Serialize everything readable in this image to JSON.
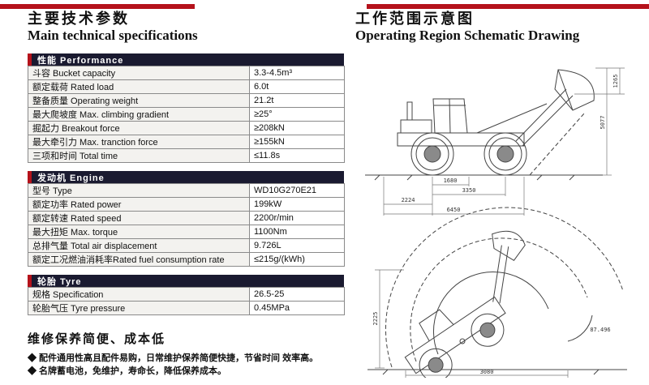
{
  "page": {
    "accent_red": "#b5121b",
    "header_bg": "#1a1a30"
  },
  "left": {
    "title_cn": "主要技术参数",
    "title_en": "Main technical specifications",
    "sections": [
      {
        "header": "性能 Performance",
        "rows": [
          {
            "label": "斗容 Bucket capacity",
            "value": "3.3-4.5m³"
          },
          {
            "label": "额定载荷 Rated load",
            "value": "6.0t"
          },
          {
            "label": "整备质量 Operating weight",
            "value": "21.2t"
          },
          {
            "label": "最大爬坡度 Max. climbing gradient",
            "value": "≥25°"
          },
          {
            "label": "掘起力 Breakout force",
            "value": "≥208kN"
          },
          {
            "label": "最大牵引力 Max. tranction force",
            "value": "≥155kN"
          },
          {
            "label": "三项和时间 Total time",
            "value": "≤11.8s"
          }
        ]
      },
      {
        "header": "发动机 Engine",
        "rows": [
          {
            "label": "型号 Type",
            "value": "WD10G270E21"
          },
          {
            "label": "额定功率 Rated power",
            "value": "199kW"
          },
          {
            "label": "额定转速 Rated speed",
            "value": "2200r/min"
          },
          {
            "label": "最大扭矩 Max. torque",
            "value": "1100Nm"
          },
          {
            "label": "总排气量 Total air displacement",
            "value": "9.726L"
          },
          {
            "label": "额定工况燃油消耗率Rated fuel consumption rate",
            "value": "≤215g/(kWh)"
          }
        ]
      },
      {
        "header": "轮胎 Tyre",
        "rows": [
          {
            "label": "规格 Specification",
            "value": "26.5-25"
          },
          {
            "label": "轮胎气压 Tyre pressure",
            "value": "0.45MPa"
          }
        ]
      }
    ],
    "footer": {
      "title": "维修保养简便、成本低",
      "bullets": [
        "◆ 配件通用性高且配件易购，日常维护保养简便快捷，节省时间 效率高。",
        "◆ 名牌蓄电池，免维护，寿命长，降低保养成本。"
      ]
    }
  },
  "right": {
    "title_cn": "工作范围示意图",
    "title_en": "Operating Region Schematic Drawing",
    "dimensions": {
      "d1680": "1680",
      "d3350": "3350",
      "d2224": "2224",
      "d6450": "6450",
      "d1265": "1265",
      "d5077": "5077",
      "d2225": "2225",
      "d3080": "3080",
      "angle": "87.496"
    }
  }
}
